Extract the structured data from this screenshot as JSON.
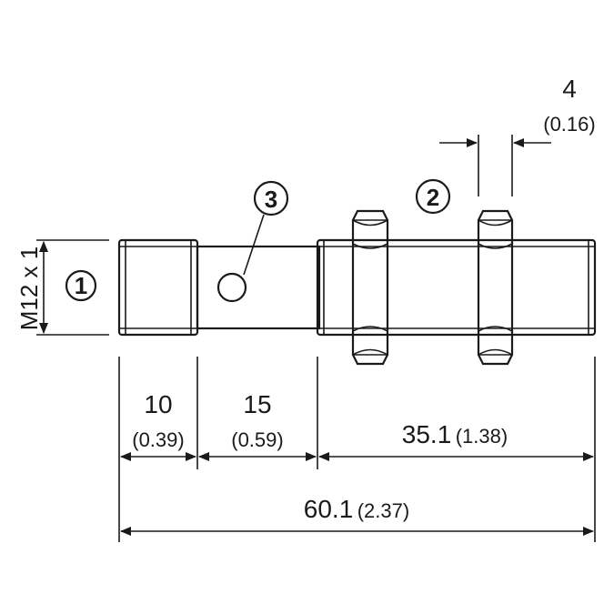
{
  "thread_label": "M12 x 1",
  "callouts": {
    "c1": "1",
    "c2": "2",
    "c3": "3"
  },
  "dimensions": {
    "nut_width": {
      "mm": "4",
      "inch": "(0.16)"
    },
    "thread_front": {
      "mm": "10",
      "inch": "(0.39)"
    },
    "smooth_section": {
      "mm": "15",
      "inch": "(0.59)"
    },
    "thread_rear": {
      "mm": "35.1",
      "inch": "(1.38)"
    },
    "total_length": {
      "mm": "60.1",
      "inch": "(2.37)"
    }
  }
}
